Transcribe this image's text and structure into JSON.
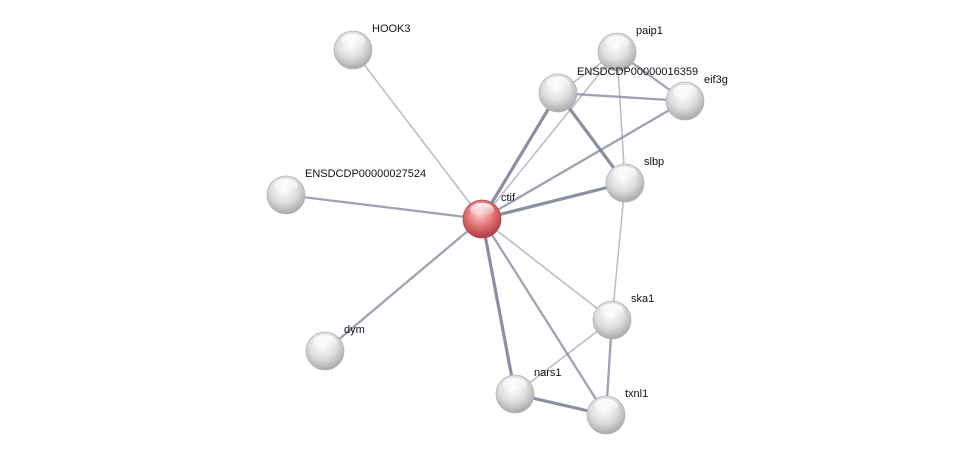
{
  "nodes": [
    {
      "id": "HOOK3",
      "label": "HOOK3",
      "query": false
    },
    {
      "id": "paip1",
      "label": "paip1",
      "query": false
    },
    {
      "id": "ENSDCDP00000016359",
      "label": "ENSDCDP00000016359",
      "query": false
    },
    {
      "id": "eif3g",
      "label": "eif3g",
      "query": false
    },
    {
      "id": "slbp",
      "label": "slbp",
      "query": false
    },
    {
      "id": "ENSDCDP00000027524",
      "label": "ENSDCDP00000027524",
      "query": false
    },
    {
      "id": "ctif",
      "label": "ctif",
      "query": true
    },
    {
      "id": "ska1",
      "label": "ska1",
      "query": false
    },
    {
      "id": "dym",
      "label": "dym",
      "query": false
    },
    {
      "id": "nars1",
      "label": "nars1",
      "query": false
    },
    {
      "id": "txnl1",
      "label": "txnl1",
      "query": false
    }
  ],
  "edges": [
    {
      "a": "ctif",
      "b": "HOOK3",
      "strength": 1
    },
    {
      "a": "ctif",
      "b": "ENSDCDP00000027524",
      "strength": 2
    },
    {
      "a": "ctif",
      "b": "dym",
      "strength": 2
    },
    {
      "a": "ctif",
      "b": "ENSDCDP00000016359",
      "strength": 3
    },
    {
      "a": "ctif",
      "b": "paip1",
      "strength": 1
    },
    {
      "a": "ctif",
      "b": "eif3g",
      "strength": 2
    },
    {
      "a": "ctif",
      "b": "slbp",
      "strength": 3
    },
    {
      "a": "ctif",
      "b": "ska1",
      "strength": 1
    },
    {
      "a": "ctif",
      "b": "nars1",
      "strength": 3
    },
    {
      "a": "ctif",
      "b": "txnl1",
      "strength": 2
    },
    {
      "a": "ENSDCDP00000016359",
      "b": "paip1",
      "strength": 1
    },
    {
      "a": "ENSDCDP00000016359",
      "b": "eif3g",
      "strength": 2
    },
    {
      "a": "ENSDCDP00000016359",
      "b": "slbp",
      "strength": 3
    },
    {
      "a": "paip1",
      "b": "eif3g",
      "strength": 2
    },
    {
      "a": "paip1",
      "b": "slbp",
      "strength": 1
    },
    {
      "a": "slbp",
      "b": "ska1",
      "strength": 1
    },
    {
      "a": "ska1",
      "b": "nars1",
      "strength": 1
    },
    {
      "a": "ska1",
      "b": "txnl1",
      "strength": 2
    },
    {
      "a": "nars1",
      "b": "txnl1",
      "strength": 3
    }
  ],
  "colors": {
    "query_node": "#d9585c",
    "node": "#d4d4d4",
    "edge": "#7e8398"
  }
}
